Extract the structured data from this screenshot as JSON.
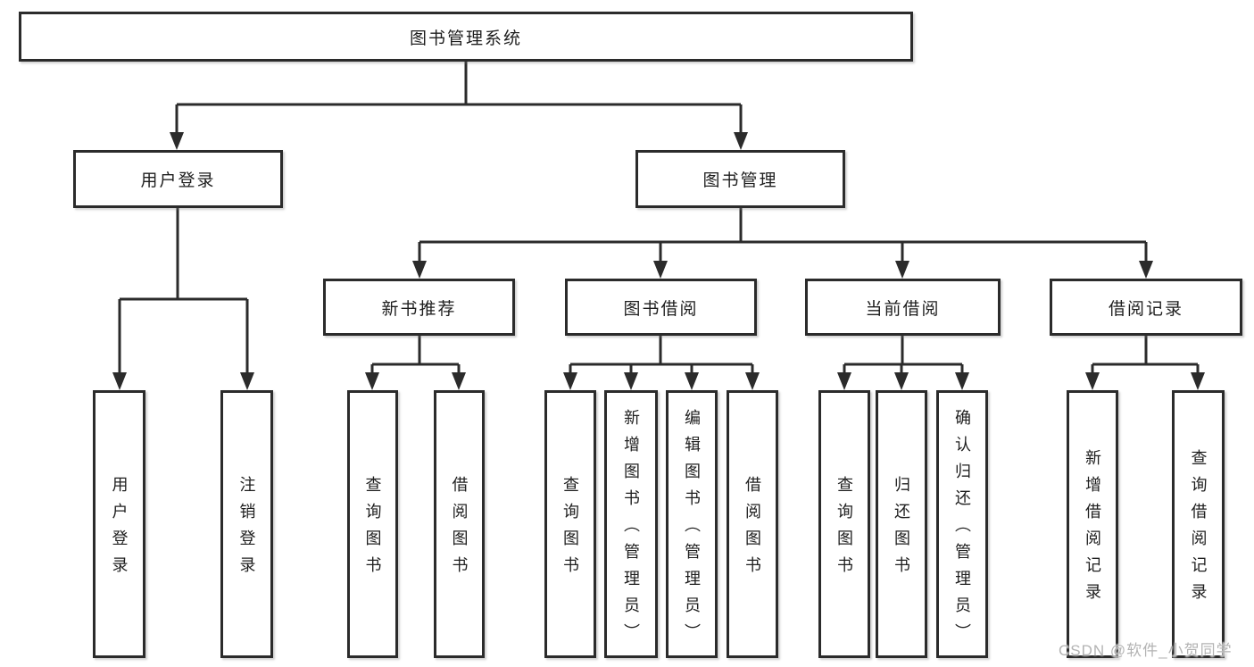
{
  "colors": {
    "line": "#2b2b2b",
    "node_border": "#2b2b2b",
    "node_background": "#ffffff",
    "text": "#1e1e1e",
    "watermark_text": "#b3b3b3"
  },
  "tree": {
    "label": "图书管理系统",
    "children": [
      {
        "label": "用户登录",
        "children": [
          {
            "label": "用户登录"
          },
          {
            "label": "注销登录"
          }
        ]
      },
      {
        "label": "图书管理",
        "children": [
          {
            "label": "新书推荐",
            "children": [
              {
                "label": "查询图书"
              },
              {
                "label": "借阅图书"
              }
            ]
          },
          {
            "label": "图书借阅",
            "children": [
              {
                "label": "查询图书"
              },
              {
                "label": "新增图书（管理员）"
              },
              {
                "label": "编辑图书（管理员）"
              },
              {
                "label": "借阅图书"
              }
            ]
          },
          {
            "label": "当前借阅",
            "children": [
              {
                "label": "查询图书"
              },
              {
                "label": "归还图书"
              },
              {
                "label": "确认归还（管理员）"
              }
            ]
          },
          {
            "label": "借阅记录",
            "children": [
              {
                "label": "新增借阅记录"
              },
              {
                "label": "查询借阅记录"
              }
            ]
          }
        ]
      }
    ]
  },
  "watermark": {
    "text": "CSDN @软件_小贺同学"
  }
}
